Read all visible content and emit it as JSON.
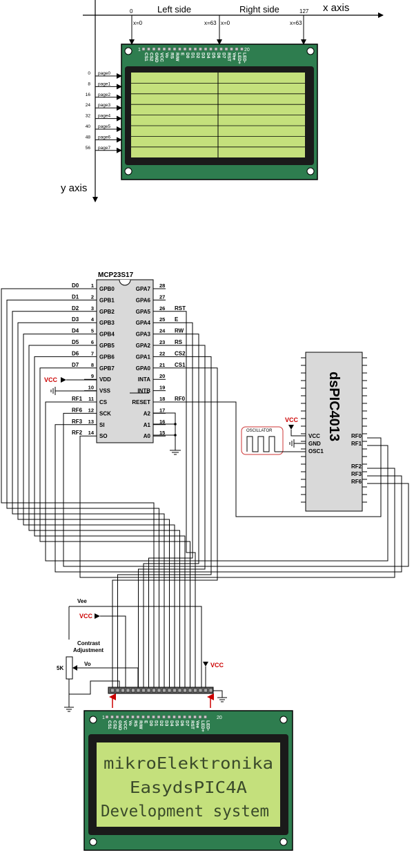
{
  "top_diagram": {
    "x_axis_label": "x axis",
    "y_axis_label": "y axis",
    "left_side_label": "Left side",
    "right_side_label": "Right side",
    "x_ticks": [
      "0",
      "127"
    ],
    "x_markers": [
      "x=0",
      "x=63",
      "x=0",
      "x=63"
    ],
    "pin_first": "1",
    "pin_last": "20",
    "pin_labels": [
      "CS1",
      "CS2",
      "GND",
      "VCC",
      "Vo",
      "RS",
      "R/W",
      "E",
      "D0",
      "D1",
      "D2",
      "D3",
      "D4",
      "D5",
      "D6",
      "D7",
      "RST",
      "Vee",
      "LED+",
      "LED-"
    ],
    "pages": [
      {
        "y": "0",
        "label": "page0"
      },
      {
        "y": "8",
        "label": "page1"
      },
      {
        "y": "16",
        "label": "page2"
      },
      {
        "y": "24",
        "label": "page3"
      },
      {
        "y": "32",
        "label": "page4"
      },
      {
        "y": "40",
        "label": "page5"
      },
      {
        "y": "48",
        "label": "page6"
      },
      {
        "y": "56",
        "label": "page7"
      }
    ]
  },
  "mcp": {
    "title": "MCP23S17",
    "left": [
      {
        "sig": "D0",
        "num": "1",
        "pin": "GPB0"
      },
      {
        "sig": "D1",
        "num": "2",
        "pin": "GPB1"
      },
      {
        "sig": "D2",
        "num": "3",
        "pin": "GPB2"
      },
      {
        "sig": "D3",
        "num": "4",
        "pin": "GPB3"
      },
      {
        "sig": "D4",
        "num": "5",
        "pin": "GPB4"
      },
      {
        "sig": "D5",
        "num": "6",
        "pin": "GPB5"
      },
      {
        "sig": "D6",
        "num": "7",
        "pin": "GPB6"
      },
      {
        "sig": "D7",
        "num": "8",
        "pin": "GPB7"
      },
      {
        "sig": "",
        "num": "9",
        "pin": "VDD"
      },
      {
        "sig": "",
        "num": "10",
        "pin": "VSS"
      },
      {
        "sig": "RF1",
        "num": "11",
        "pin": "CS"
      },
      {
        "sig": "RF6",
        "num": "12",
        "pin": "SCK"
      },
      {
        "sig": "RF3",
        "num": "13",
        "pin": "SI"
      },
      {
        "sig": "RF2",
        "num": "14",
        "pin": "SO"
      }
    ],
    "right": [
      {
        "sig": "",
        "num": "28",
        "pin": "GPA7"
      },
      {
        "sig": "",
        "num": "27",
        "pin": "GPA6"
      },
      {
        "sig": "RST",
        "num": "26",
        "pin": "GPA5"
      },
      {
        "sig": "E",
        "num": "25",
        "pin": "GPA4"
      },
      {
        "sig": "RW",
        "num": "24",
        "pin": "GPA3"
      },
      {
        "sig": "RS",
        "num": "23",
        "pin": "GPA2"
      },
      {
        "sig": "CS2",
        "num": "22",
        "pin": "GPA1"
      },
      {
        "sig": "CS1",
        "num": "21",
        "pin": "GPA0"
      },
      {
        "sig": "",
        "num": "20",
        "pin": "INTA"
      },
      {
        "sig": "",
        "num": "19",
        "pin": "INTB"
      },
      {
        "sig": "RF0",
        "num": "18",
        "pin": "RESET"
      },
      {
        "sig": "",
        "num": "17",
        "pin": "A2"
      },
      {
        "sig": "",
        "num": "16",
        "pin": "A1"
      },
      {
        "sig": "",
        "num": "15",
        "pin": "A0"
      }
    ]
  },
  "dspic": {
    "title": "dsPIC4013",
    "left_pins": [
      "VCC",
      "GND",
      "OSC1"
    ],
    "right_pins": [
      "RF0",
      "RF1",
      "RF2",
      "RF3",
      "RF6"
    ]
  },
  "oscillator_label": "OSCILLATOR",
  "vcc_label": "VCC",
  "vee_label": "Vee",
  "vo_label": "Vo",
  "contrast_label_1": "Contrast",
  "contrast_label_2": "Adjustment",
  "pot_value": "5K",
  "lcd": {
    "pin_first": "1",
    "pin_last": "20",
    "line1": "mikroElektronika",
    "line2": "EasydsPIC4A",
    "line3": "Development system"
  },
  "colors": {
    "lcd_board": "#2e7d4f",
    "lcd_screen": "#c4e07c",
    "lcd_bezel": "#1a1a1a",
    "vcc_red": "#cc0000",
    "chip_fill": "#d9d9d9"
  }
}
